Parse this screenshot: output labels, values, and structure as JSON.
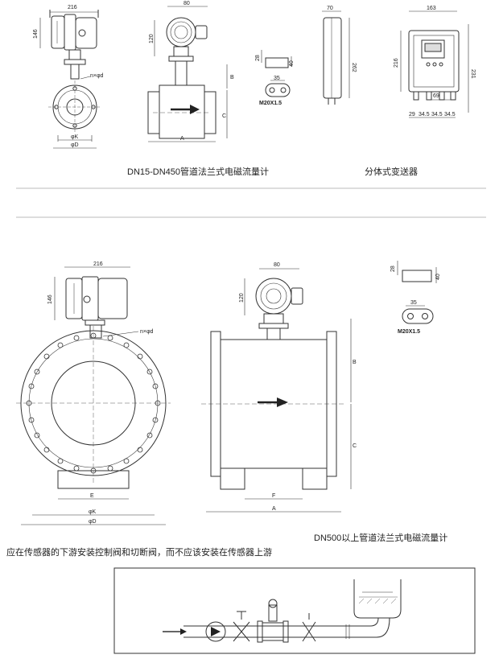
{
  "top_section": {
    "caption_left": "DN15-DN450管道法兰式电磁流量计",
    "caption_right": "分体式变送器",
    "dims": {
      "d216": "216",
      "d146": "146",
      "d80": "80",
      "d120": "120",
      "d70": "70",
      "d262": "262",
      "d163": "163",
      "d216b": "216",
      "d231": "231",
      "d69": "69",
      "d29": "29",
      "d345a": "34.5",
      "d345b": "34.5",
      "d345c": "34.5",
      "d28": "28",
      "d35": "35",
      "d40": "40",
      "model": "M20X1.5",
      "holes": "n×φd",
      "phiK": "φK",
      "phiD": "φD",
      "A": "A",
      "C": "C"
    }
  },
  "bottom_section": {
    "caption": "DN500以上管道法兰式电磁流量计",
    "note": "应在传感器的下游安装控制阀和切断阀，而不应该安装在传感器上游",
    "dims": {
      "d216": "216",
      "d146": "146",
      "d80": "80",
      "d120": "120",
      "d28": "28",
      "d40": "40",
      "d35": "35",
      "model": "M20X1.5",
      "holes": "n×φd",
      "E": "E",
      "F": "F",
      "phiK": "φK",
      "phiD": "φD",
      "A": "A",
      "B": "B",
      "C": "C"
    }
  }
}
